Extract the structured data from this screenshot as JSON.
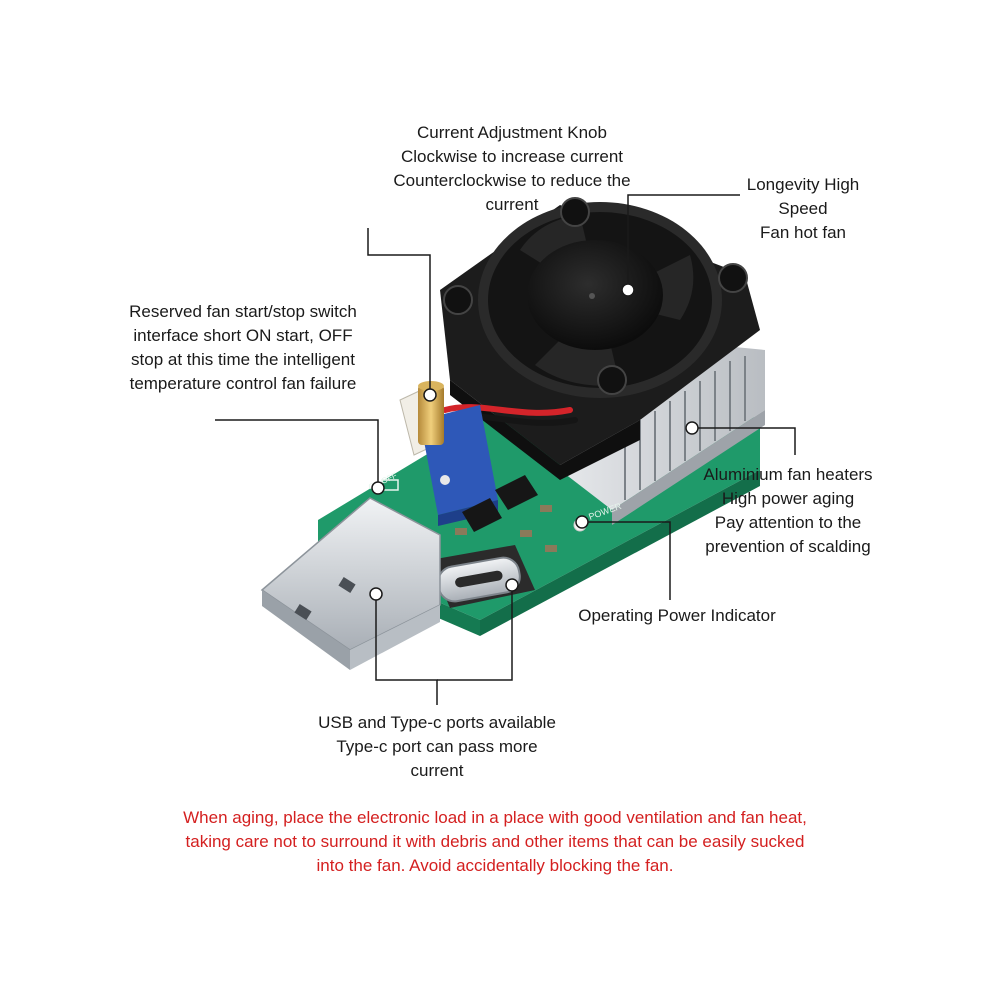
{
  "callouts": {
    "knob": {
      "lines": [
        "Current Adjustment Knob",
        "Clockwise to increase current",
        "Counterclockwise to reduce the",
        "current"
      ]
    },
    "fan": {
      "lines": [
        "Longevity High",
        "Speed",
        "Fan hot fan"
      ]
    },
    "fan_switch": {
      "lines": [
        "Reserved fan start/stop switch",
        "interface short ON start, OFF",
        "stop at this time the intelligent",
        "temperature control fan failure"
      ]
    },
    "heatsink": {
      "lines": [
        "Aluminium fan heaters",
        "High power aging",
        "Pay attention to the",
        "prevention of scalding"
      ]
    },
    "power_indicator": {
      "lines": [
        "Operating Power Indicator"
      ]
    },
    "ports": {
      "lines": [
        "USB and Type-c ports available",
        "Type-c port can pass more",
        "current"
      ]
    }
  },
  "warning": {
    "lines": [
      "When aging, place the electronic load in a place with good ventilation and fan heat,",
      "taking care not to surround it with debris and other items that can be easily sucked",
      "into the fan. Avoid accidentally blocking the fan."
    ]
  },
  "board_labels": {
    "switch": "ON OFF",
    "power": "POWER"
  },
  "colors": {
    "warning_text": "#d42020",
    "pcb": "#1f9a6a",
    "fan": "#1c1c1c",
    "heatsink": "#c9ccd0",
    "knob": "#2e58b8",
    "usb_metal": "#cfd3d8"
  }
}
